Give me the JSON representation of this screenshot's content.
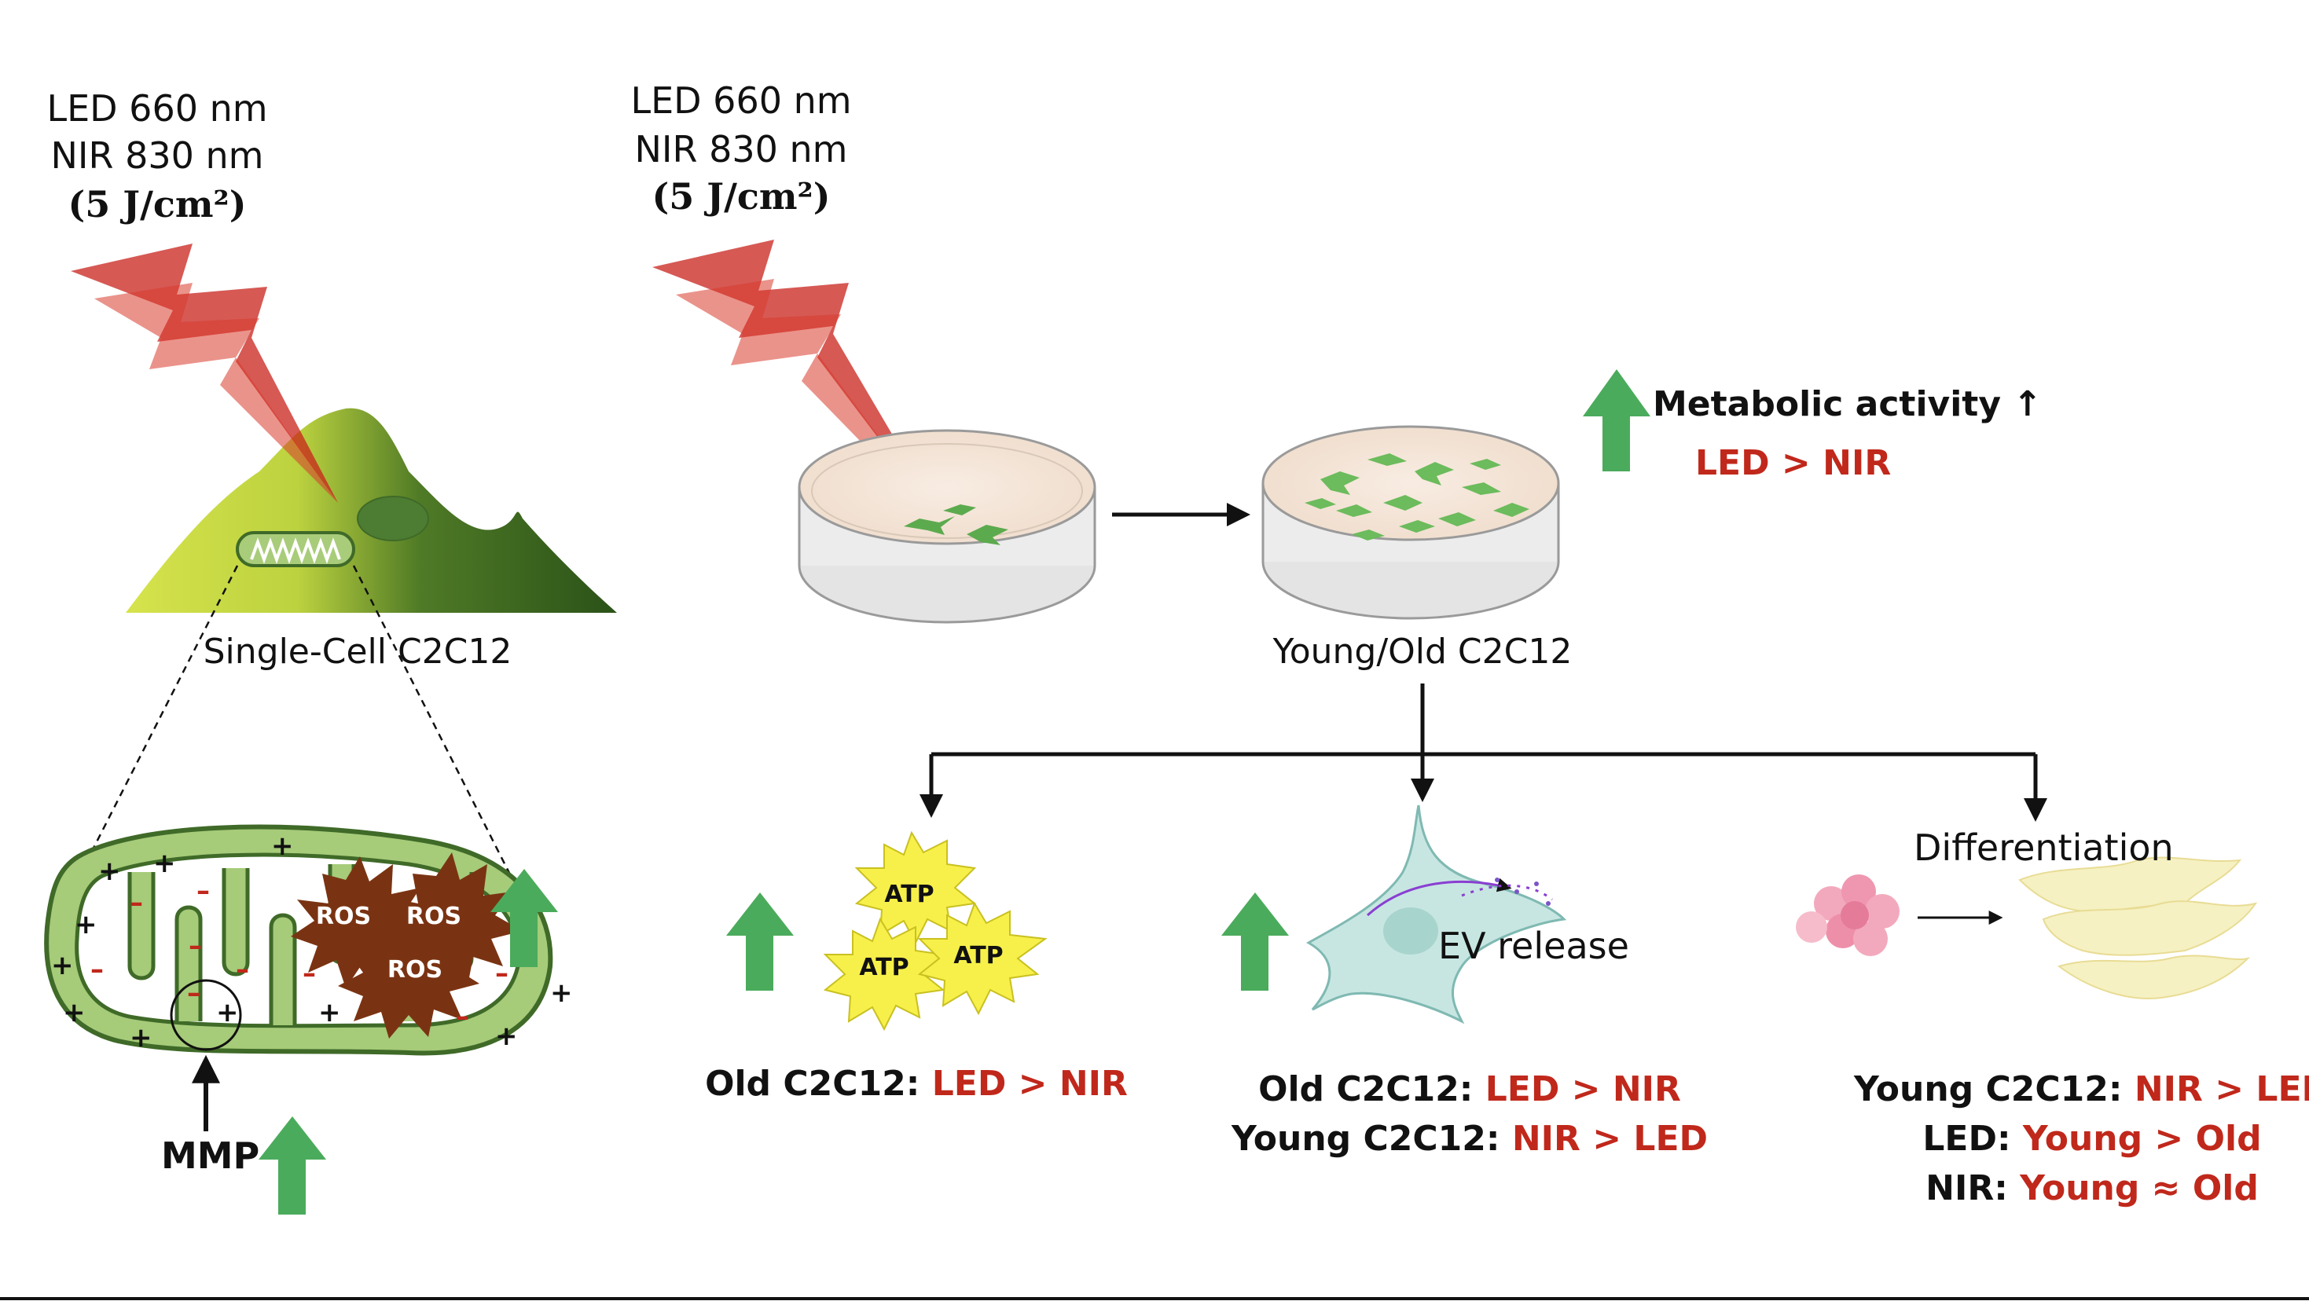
{
  "colors": {
    "accent_red": "#c0281b",
    "up_arrow_green": "#4bab5c",
    "cell_light": "#cfe04a",
    "cell_dark": "#2f5a1c",
    "mito_green": "#9cc46a",
    "ros_brown": "#7a3312",
    "atp_yellow": "#f7f04a",
    "ev_cell": "#bfe3df",
    "myotube": "#f6f1c2",
    "lightning": "#c8211b"
  },
  "light_left": {
    "line1": "LED 660 nm",
    "line2": "NIR 830 nm",
    "dose": "(5 J/cm²)"
  },
  "light_center": {
    "line1": "LED 660 nm",
    "line2": "NIR 830 nm",
    "dose": "(5 J/cm²)"
  },
  "single_cell_label": "Single-Cell C2C12",
  "mito": {
    "ros_1": "ROS",
    "ros_2": "ROS",
    "ros_3": "ROS",
    "plus": "+",
    "minus": "–",
    "mmp_label": "MMP"
  },
  "dish_label": "Young/Old C2C12",
  "metabolic": {
    "title": "Metabolic activity ↑",
    "compare": "LED > NIR"
  },
  "atp": {
    "label_1": "ATP",
    "label_2": "ATP",
    "label_3": "ATP",
    "result_prefix": "Old C2C12: ",
    "result_value": "LED > NIR"
  },
  "ev": {
    "label": "EV release",
    "result1_prefix": "Old C2C12: ",
    "result1_value": "LED > NIR",
    "result2_prefix": "Young C2C12: ",
    "result2_value": "NIR > LED"
  },
  "differentiation": {
    "label": "Differentiation",
    "result1_prefix": "Young C2C12: ",
    "result1_value": "NIR > LED",
    "result2_prefix": "LED: ",
    "result2_value": "Young > Old",
    "result3_prefix": "NIR: ",
    "result3_value": "Young ≈ Old"
  }
}
